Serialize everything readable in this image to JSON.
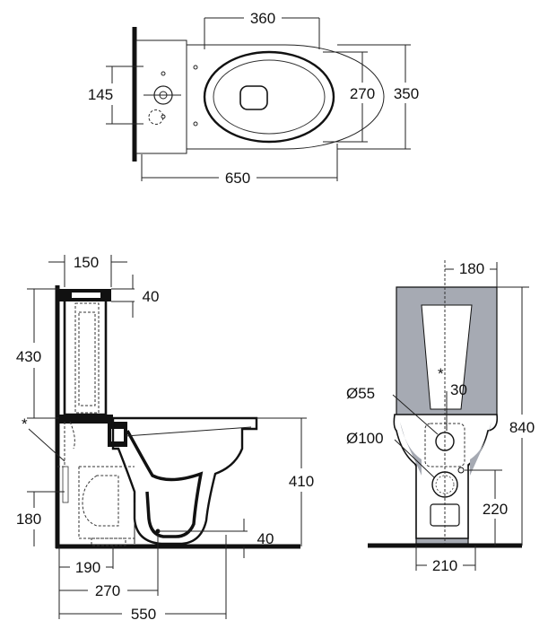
{
  "top_view": {
    "dim_width_top": "360",
    "dim_height_left": "145",
    "dim_height_right1": "270",
    "dim_height_right2": "350",
    "dim_length_bottom": "650"
  },
  "side_view": {
    "dim_cistern_offset": "150",
    "dim_top_lid": "40",
    "dim_cistern_height": "430",
    "dim_seat_height": "410",
    "dim_inlet_height": "180",
    "dim_outlet_height": "40",
    "dim_190": "190",
    "dim_270": "270",
    "dim_550": "550",
    "asterisk": "*"
  },
  "front_view": {
    "dim_center_offset": "180",
    "dim_phi55": "Ø55",
    "dim_30": "30",
    "dim_asterisk": "*",
    "dim_phi100": "Ø100",
    "dim_total_height": "840",
    "dim_outlet_height": "220",
    "dim_base_width": "210"
  },
  "colors": {
    "line": "#111111",
    "fill_grey": "#a6aab3",
    "background": "#ffffff"
  }
}
